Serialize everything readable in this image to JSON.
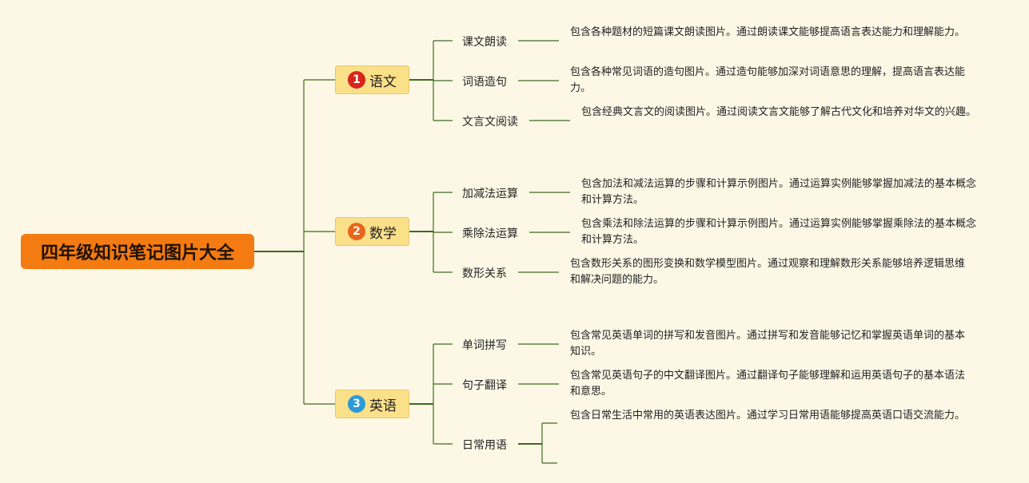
{
  "root": {
    "label": "四年级知识笔记图片大全"
  },
  "branches": [
    {
      "number": "1",
      "label": "语文",
      "badge_color": "#d9241c",
      "items": [
        {
          "label": "课文朗读",
          "desc": "包含各种题材的短篇课文朗读图片。通过朗读课文能够提高语言表达能力和理解能力。"
        },
        {
          "label": "词语造句",
          "desc": "包含各种常见词语的造句图片。通过造句能够加深对词语意思的理解，提高语言表达能力。"
        },
        {
          "label": "文言文阅读",
          "desc": "包含经典文言文的阅读图片。通过阅读文言文能够了解古代文化和培养对华文的兴趣。"
        }
      ]
    },
    {
      "number": "2",
      "label": "数学",
      "badge_color": "#e8661a",
      "items": [
        {
          "label": "加减法运算",
          "desc": "包含加法和减法运算的步骤和计算示例图片。通过运算实例能够掌握加减法的基本概念和计算方法。"
        },
        {
          "label": "乘除法运算",
          "desc": "包含乘法和除法运算的步骤和计算示例图片。通过运算实例能够掌握乘除法的基本概念和计算方法。"
        },
        {
          "label": "数形关系",
          "desc": "包含数形关系的图形变换和数学模型图片。通过观察和理解数形关系能够培养逻辑思维和解决问题的能力。"
        }
      ]
    },
    {
      "number": "3",
      "label": "英语",
      "badge_color": "#2a9ad8",
      "items": [
        {
          "label": "单词拼写",
          "desc": "包含常见英语单词的拼写和发音图片。通过拼写和发音能够记忆和掌握英语单词的基本知识。"
        },
        {
          "label": "句子翻译",
          "desc": "包含常见英语句子的中文翻译图片。通过翻译句子能够理解和运用英语句子的基本语法和意思。"
        },
        {
          "label": "日常用语",
          "desc": "包含日常生活中常用的英语表达图片。通过学习日常用语能够提高英语口语交流能力。"
        }
      ]
    }
  ],
  "colors": {
    "line": "#3d6b1f"
  }
}
